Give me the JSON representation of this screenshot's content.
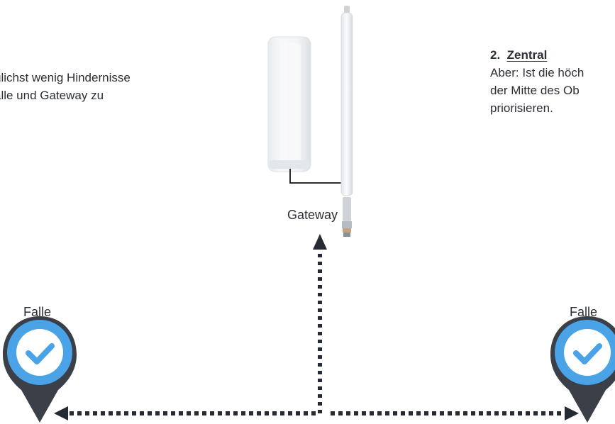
{
  "left_text": {
    "line1": "glichst wenig Hindernisse",
    "line2": "alle und Gateway zu"
  },
  "right_text": {
    "number": "2.",
    "title": "Zentral",
    "line1": "Aber: Ist die höch",
    "line2": "der Mitte des Ob",
    "line3": "priorisieren."
  },
  "labels": {
    "gateway": "Gateway",
    "trap_left": "Falle",
    "trap_right": "Falle"
  },
  "colors": {
    "arrow": "#252a33",
    "pin_dark": "#3b3f47",
    "check_blue": "#4aa3e6"
  },
  "icons": [
    "gateway-device-icon",
    "antenna-icon",
    "location-pin-check-icon"
  ]
}
